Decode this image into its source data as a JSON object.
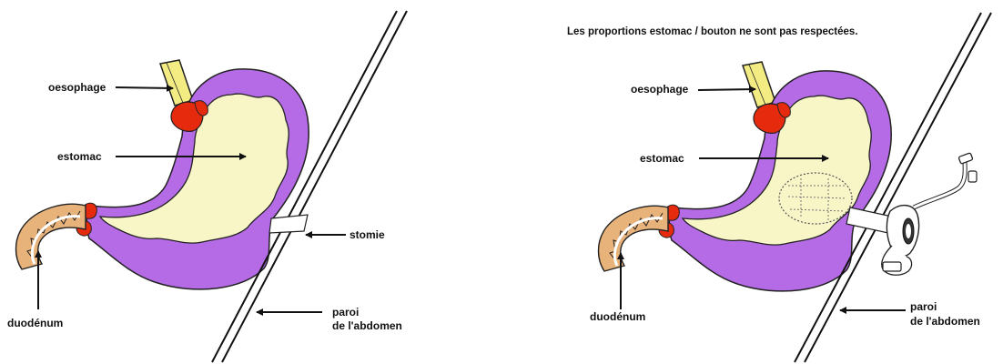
{
  "caption": "Les proportions estomac / bouton ne sont pas respectées.",
  "left_panel": {
    "oesophagus": "oesophage",
    "stomach": "estomac",
    "stoma": "stomie",
    "duodenum": "duodénum",
    "wall_line1": "paroi",
    "wall_line2": "de l'abdomen"
  },
  "right_panel": {
    "oesophagus": "oesophage",
    "stomach": "estomac",
    "duodenum": "duodénum",
    "wall_line1": "paroi",
    "wall_line2": "de l'abdomen"
  },
  "colors": {
    "stomach_wall": "#b56be6",
    "stomach_inside": "#f8f6c7",
    "sphincter": "#e62a0e",
    "oesophagus": "#f3ec83",
    "duodenum": "#e8b27b"
  },
  "icons": [
    "arrow-icon",
    "gastrostomy-button-icon"
  ]
}
